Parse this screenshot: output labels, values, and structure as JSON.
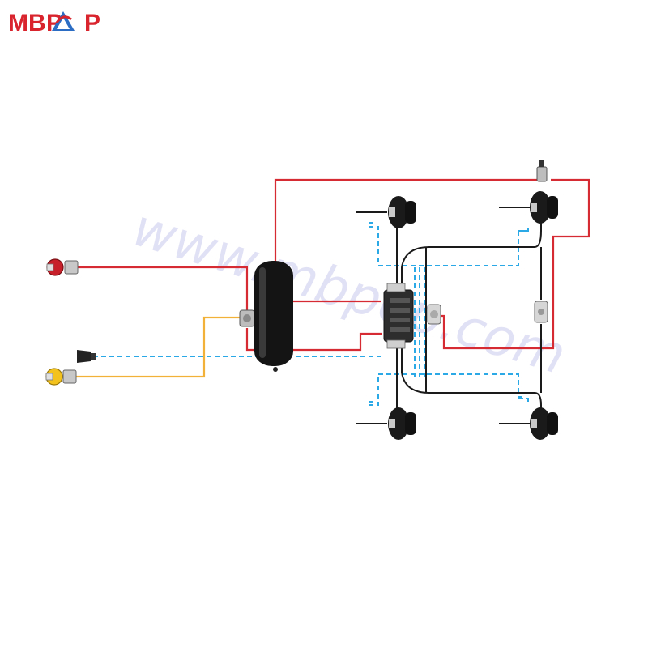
{
  "brand": {
    "logo_text": "MBPOP",
    "colors": {
      "logo_red": "#d9232d",
      "logo_blue": "#2b6cc4"
    }
  },
  "watermark": {
    "text": "www.mbpop.com",
    "color": "#c9c9ee"
  },
  "lines": {
    "supply_color": "#d62b33",
    "control_color": "#f2b23a",
    "signal_color": "#2ba9e6",
    "brake_hose_color": "#1a1a1a"
  },
  "components": [
    {
      "name": "red coupling head",
      "icon": "red-coupling-head-icon"
    },
    {
      "name": "yellow coupling head",
      "icon": "yellow-coupling-head-icon"
    },
    {
      "name": "electrical connector",
      "icon": "electrical-plug-icon"
    },
    {
      "name": "air reservoir",
      "icon": "air-tank-icon"
    },
    {
      "name": "trailer control valve",
      "icon": "control-valve-icon"
    },
    {
      "name": "ebs modulator",
      "icon": "modulator-icon"
    },
    {
      "name": "relay valve",
      "icon": "relay-valve-icon"
    },
    {
      "name": "quick release valve",
      "icon": "release-valve-icon"
    },
    {
      "name": "brake chamber",
      "icon": "brake-chamber-icon",
      "count": 4
    }
  ]
}
